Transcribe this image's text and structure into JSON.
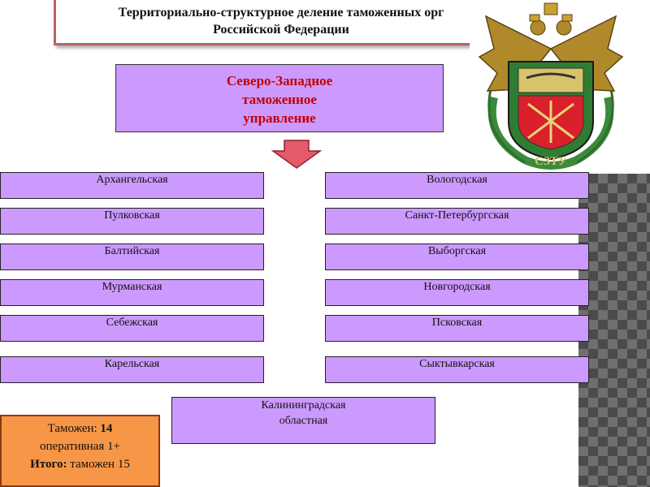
{
  "title": {
    "line1": "Территориально-структурное деление таможенных орг",
    "line2": "Российской Федерации"
  },
  "main": {
    "line1": "Северо-Западное",
    "line2": "таможенное",
    "line3": "управление"
  },
  "left_customs": [
    "Архангельская",
    "Пулковская",
    "Балтийская",
    "Мурманская",
    "Себежская",
    "Карельская"
  ],
  "right_customs": [
    "Вологодская",
    "Санкт-Петербургская",
    "Выборгская",
    "Новгородская",
    "Псковская",
    "Сыктывкарская"
  ],
  "kaliningrad": {
    "line1": "Калининградская",
    "line2": "областная"
  },
  "summary": {
    "label1": "Таможен:",
    "value1": "14",
    "line2": "оперативная 1+",
    "label3": "Итого:",
    "value3": "таможен 15"
  },
  "emblem": {
    "shield_text": "СЗТУ"
  },
  "colors": {
    "box_fill": "#cc99ff",
    "main_text": "#c00000",
    "summary_fill": "#f79646",
    "arrow_fill": "#e35a6b",
    "title_border": "#b5626a"
  }
}
